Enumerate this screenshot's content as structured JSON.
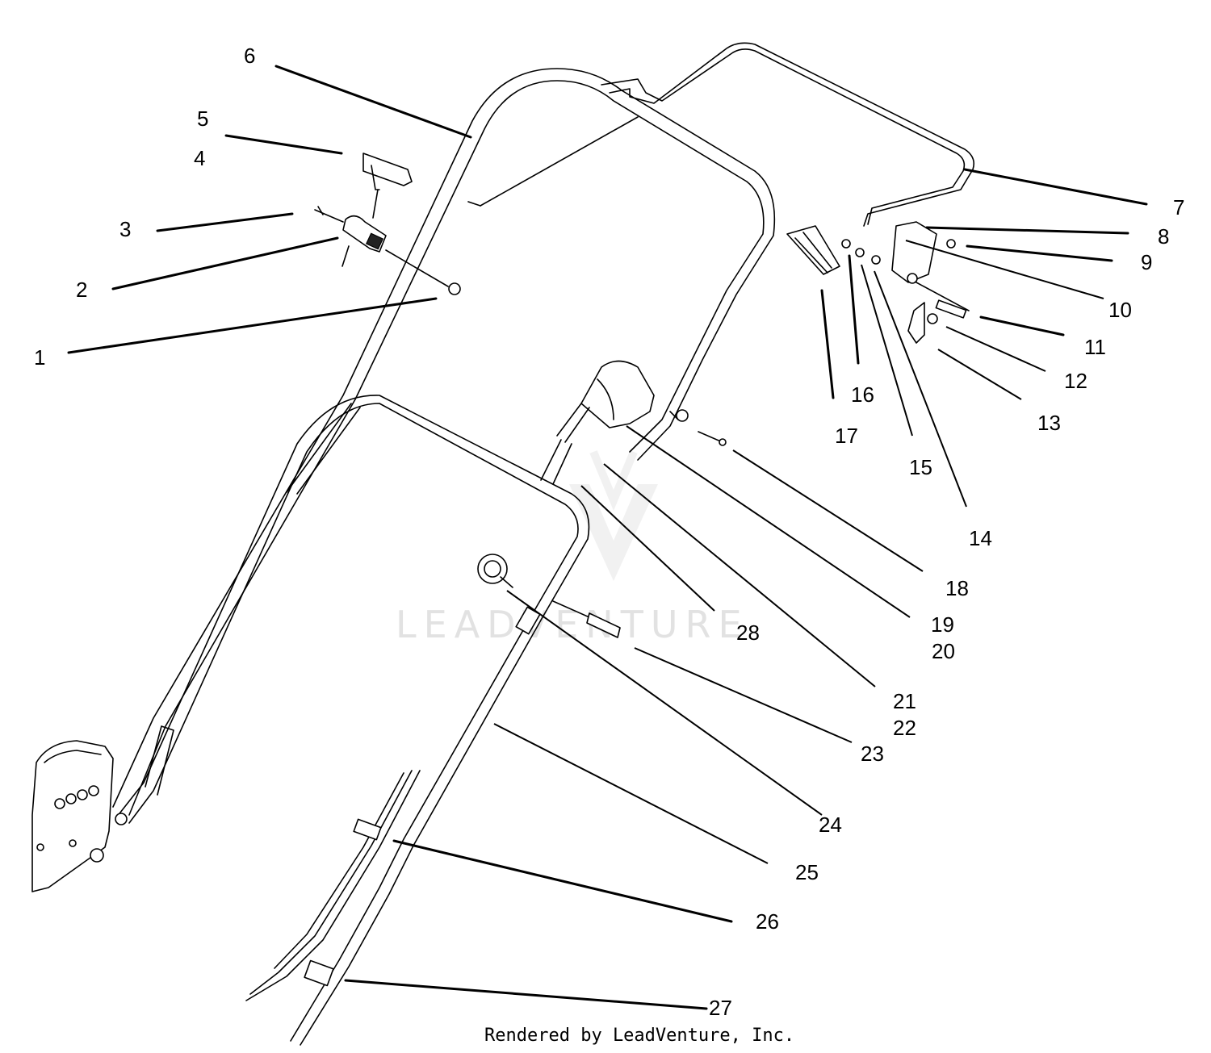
{
  "diagram": {
    "watermark": "LEADVENTURE",
    "credit": "Rendered by LeadVenture, Inc.",
    "callouts": [
      "1",
      "2",
      "3",
      "4",
      "5",
      "6",
      "7",
      "8",
      "9",
      "10",
      "11",
      "12",
      "13",
      "14",
      "15",
      "16",
      "17",
      "18",
      "19",
      "20",
      "21",
      "22",
      "23",
      "24",
      "25",
      "26",
      "27",
      "28"
    ]
  }
}
